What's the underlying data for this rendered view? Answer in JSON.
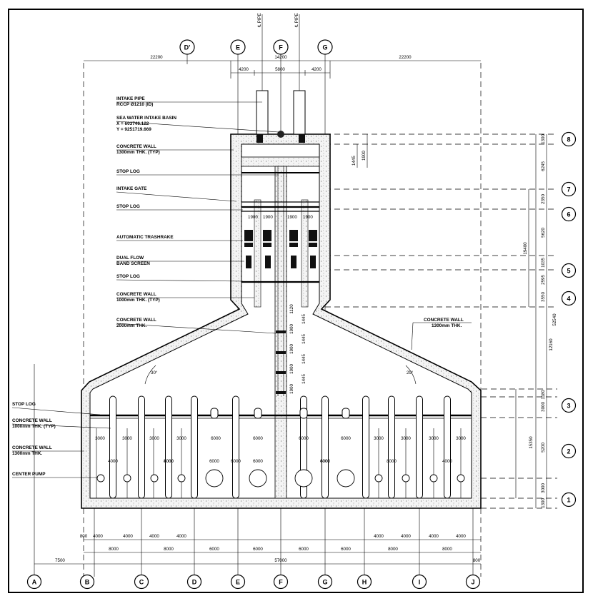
{
  "pipe_labels": [
    "℄ PIPE",
    "℄ PIPE"
  ],
  "top_bubbles": [
    "D'",
    "E",
    "F",
    "G"
  ],
  "bottom_bubbles": [
    "A",
    "B",
    "C",
    "D",
    "E",
    "F",
    "G",
    "H",
    "I",
    "J"
  ],
  "right_bubbles": [
    "8",
    "7",
    "6",
    "5",
    "4",
    "3",
    "2",
    "1"
  ],
  "callouts": {
    "intake_pipe": "INTAKE PIPE",
    "rccp": "RCCP Ø1210 (ID)",
    "basin": "SEA WATER INTAKE BASIN",
    "basin_x": "X = 603746.122",
    "basin_y": "Y = 9251719.669",
    "wall_1300_a": "CONCRETE WALL",
    "wall_1300_b": "1300mm THK. (TYP)",
    "stop_log_1": "STOP LOG",
    "intake_gate": "INTAKE GATE",
    "stop_log_2": "STOP LOG",
    "trashrake": "AUTOMATIC TRASHRAKE",
    "dual_flow_a": "DUAL FLOW",
    "dual_flow_b": "BAND SCREEN",
    "stop_log_3": "STOP LOG",
    "wall_1000_a": "CONCRETE WALL",
    "wall_1000_b": "1000mm THK. (TYP)",
    "wall_2000_a": "CONCRETE WALL",
    "wall_2000_b": "2000mm THK.",
    "wall_right_a": "CONCRETE WALL",
    "wall_right_b": "1300mm THK.",
    "stop_log_pump": "STOP LOG",
    "pump_wall_a_1": "CONCRETE WALL",
    "pump_wall_a_2": "1000mm THK. (TYP)",
    "pump_wall_b_1": "CONCRETE WALL",
    "pump_wall_b_2": "1300mm THK.",
    "center_pump": "CENTER PUMP"
  },
  "angles": [
    "30°",
    "29°"
  ],
  "top_dims": {
    "left": "22200",
    "middle": "14200",
    "right": "22200",
    "sub_left": "4200",
    "sub_mid": "5800",
    "sub_right": "4200"
  },
  "channel_dims": [
    "1900",
    "1900",
    "1900",
    "1900"
  ],
  "gate_small_dims": [
    "1445",
    "1900"
  ],
  "right_dims_inner": [
    "1300",
    "6245",
    "2350",
    "5620",
    "1035",
    "2595",
    "3550",
    "1180",
    "3000",
    "5200",
    "3000",
    "1300"
  ],
  "right_dims_outer": [
    "19400",
    "12160",
    "15350",
    "52540"
  ],
  "center_channel_dims": [
    "1120",
    "1445",
    "1900",
    "1445",
    "1900",
    "1445",
    "1900",
    "1445",
    "1900"
  ],
  "bay_dims": [
    "3000",
    "3000",
    "3000",
    "3000",
    "6000",
    "6000",
    "6000",
    "6000",
    "3000",
    "3000",
    "3000",
    "3000"
  ],
  "pump_dims": [
    "4000",
    "8000",
    "4000",
    "6000",
    "6000",
    "6000",
    "6000",
    "4000",
    "8000",
    "4000"
  ],
  "bottom_dims_row1": [
    "800",
    "4000",
    "4000",
    "4000",
    "4000",
    "4000",
    "4000",
    "4000",
    "4000"
  ],
  "bottom_dims_row2": [
    "8000",
    "8000",
    "6000",
    "6000",
    "6000",
    "6000",
    "8000",
    "8000"
  ],
  "bottom_dims_row3": [
    "7500",
    "57000",
    "800"
  ]
}
